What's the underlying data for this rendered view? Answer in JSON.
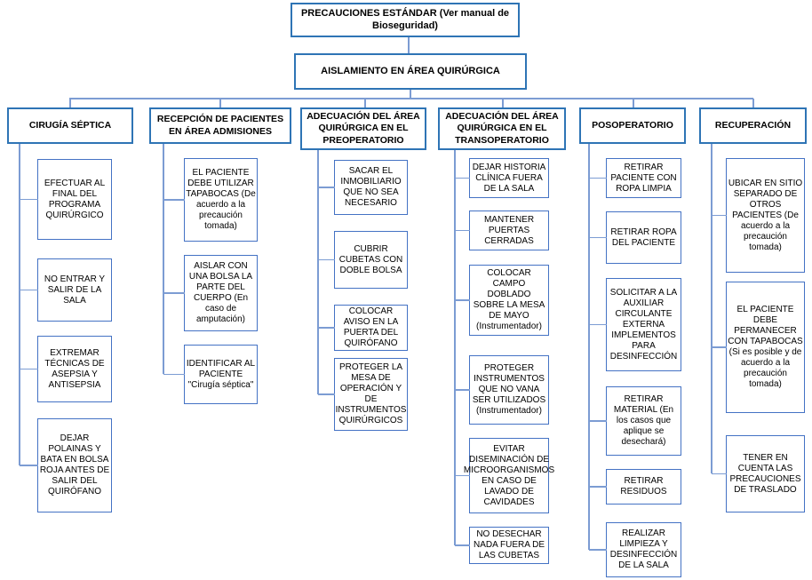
{
  "diagram": {
    "title_box": "PRECAUCIONES ESTÁNDAR (Ver manual de Bioseguridad)",
    "subtitle_box": "AISLAMIENTO  EN ÁREA QUIRÚRGICA",
    "colors": {
      "box_border": "#2E74B5",
      "child_border": "#4472C4",
      "connector": "#7C9CD3",
      "text": "#000000",
      "background": "#FFFFFF"
    },
    "columns": [
      {
        "header": "CIRUGÍA  SÉPTICA",
        "items": [
          "EFECTUAR AL FINAL DEL PROGRAMA QUIRÚRGICO",
          "NO ENTRAR Y SALIR DE LA SALA",
          "EXTREMAR TÉCNICAS DE ASEPSIA Y ANTISEPSIA",
          "DEJAR POLAINAS Y BATA EN BOLSA ROJA ANTES DE SALIR DEL QUIRÓFANO"
        ]
      },
      {
        "header": "RECEPCIÓN  DE PACIENTES EN ÁREA ADMISIONES",
        "items": [
          "EL PACIENTE DEBE UTILIZAR TAPABOCAS (De acuerdo a la precaución tomada)",
          "AISLAR CON UNA BOLSA LA PARTE DEL CUERPO (En caso de amputación)",
          "IDENTIFICAR AL PACIENTE \"Cirugía séptica\""
        ]
      },
      {
        "header": "ADECUACIÓN  DEL ÁREA QUIRÚRGICA  EN EL PREOPERATORIO",
        "items": [
          "SACAR EL INMOBILIARIO QUE NO SEA NECESARIO",
          "CUBRIR CUBETAS CON DOBLE BOLSA",
          "COLOCAR AVISO EN LA PUERTA DEL QUIRÓFANO",
          "PROTEGER LA MESA DE OPERACIÓN Y DE INSTRUMENTOS QUIRÚRGICOS"
        ]
      },
      {
        "header": "ADECUACIÓN  DEL ÁREA QUIRÚRGICA  EN EL TRANSOPERATORIO",
        "items": [
          "DEJAR HISTORIA CLÍNICA FUERA DE LA SALA",
          "MANTENER PUERTAS CERRADAS",
          "COLOCAR CAMPO DOBLADO SOBRE LA MESA DE MAYO (Instrumentador)",
          "PROTEGER INSTRUMENTOS QUE NO VANA SER UTILIZADOS (Instrumentador)",
          "EVITAR DISEMINACIÓN DE MICROORGANISMOS EN CASO DE LAVADO DE CAVIDADES",
          "NO DESECHAR NADA FUERA DE LAS CUBETAS"
        ]
      },
      {
        "header": "POSOPERATORIO",
        "items": [
          "RETIRAR PACIENTE CON ROPA LIMPIA",
          "RETIRAR ROPA DEL PACIENTE",
          "SOLICITAR A LA AUXILIAR CIRCULANTE EXTERNA IMPLEMENTOS PARA DESINFECCIÓN",
          "RETIRAR MATERIAL (En los casos que aplique se desechará)",
          "RETIRAR RESIDUOS",
          "REALIZAR LIMPIEZA Y DESINFECCIÓN DE LA SALA"
        ]
      },
      {
        "header": "RECUPERACIÓN",
        "items": [
          "UBICAR EN SITIO SEPARADO DE OTROS PACIENTES (De acuerdo a la precaución tomada)",
          "EL PACIENTE DEBE PERMANECER CON TAPABOCAS (Si es posible y de acuerdo a la precaución tomada)",
          "TENER EN CUENTA LAS PRECAUCIONES DE TRASLADO"
        ]
      }
    ]
  }
}
